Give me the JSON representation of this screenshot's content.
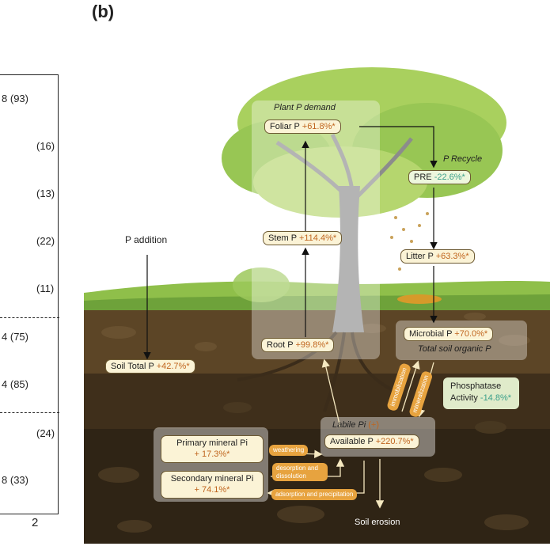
{
  "panel_label": "(b)",
  "left_panel": {
    "rows": [
      {
        "value": "8",
        "count": "(93)"
      },
      {
        "value": "",
        "count": "(16)"
      },
      {
        "value": "",
        "count": "(13)"
      },
      {
        "value": "",
        "count": "(22)"
      },
      {
        "value": "",
        "count": "(11)"
      },
      {
        "value": "4",
        "count": "(75)"
      },
      {
        "value": "4",
        "count": "(85)"
      },
      {
        "value": "",
        "count": "(24)"
      },
      {
        "value": "8",
        "count": "(33)"
      }
    ],
    "axis_tick": "2"
  },
  "diagram": {
    "p_addition": "P addition",
    "plant_demand_title": "Plant P demand",
    "p_recycle_title": "P Recycle",
    "foliar_p": {
      "label": "Foliar P",
      "value": "+61.8%*"
    },
    "pre": {
      "label": "PRE",
      "value": "-22.6%*"
    },
    "stem_p": {
      "label": "Stem P",
      "value": "+114.4%*"
    },
    "litter_p": {
      "label": "Litter P",
      "value": "+63.3%*"
    },
    "root_p": {
      "label": "Root P",
      "value": "+99.8%*"
    },
    "microbial_p": {
      "label": "Microbial P",
      "value": "+70.0%*"
    },
    "total_soil_organic_p": "Total soil organic P",
    "soil_total_p": {
      "label": "Soil Total P",
      "value": "+42.7%*"
    },
    "phosphatase": {
      "label1": "Phosphatase",
      "label2": "Activity",
      "value": "-14.8%*"
    },
    "labile_pi": {
      "label": "Labile Pi",
      "value": "(+)"
    },
    "available_p": {
      "label": "Available P",
      "value": "+220.7%*"
    },
    "primary_mineral": {
      "label": "Primary mineral Pi",
      "value": "+ 17.3%*"
    },
    "secondary_mineral": {
      "label": "Secondary mineral Pi",
      "value": "+ 74.1%*"
    },
    "weathering": "weathering",
    "desorption": "desorption and dissolution",
    "adsorption": "adsorption and precipitation",
    "immobilization": "immobilization",
    "mineralization": "mineralization",
    "soil_erosion": "Soil erosion"
  },
  "colors": {
    "increase": "#c0651e",
    "decrease": "#3a9f8a",
    "box_fill": "#fbf3d6",
    "process_box": "#e7a33f",
    "soil_top": "#5c4526",
    "soil_deep": "#2f2415"
  }
}
